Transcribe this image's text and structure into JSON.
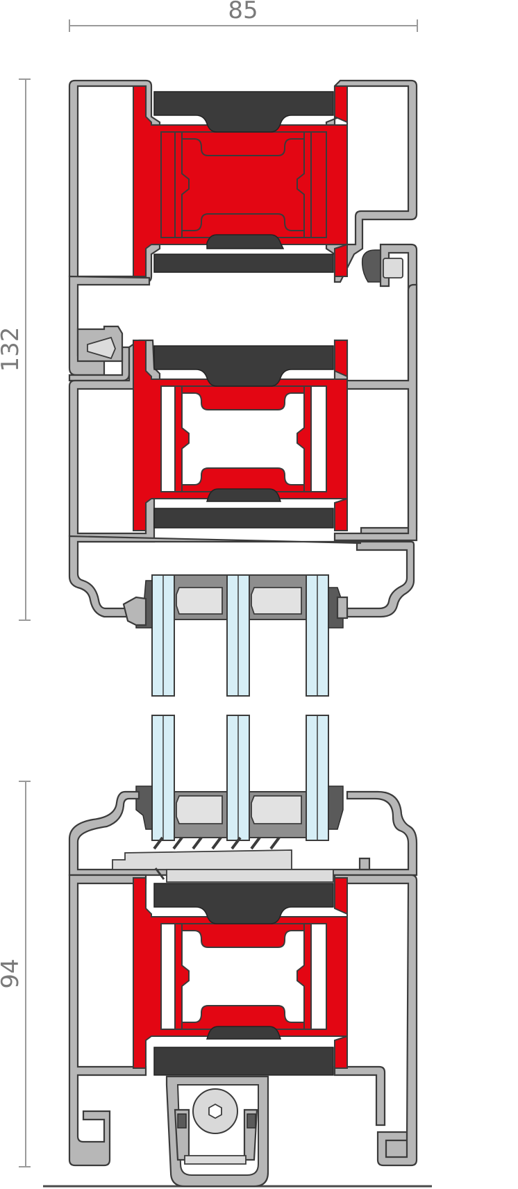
{
  "dimensions": {
    "width_label": "85",
    "height_upper_label": "132",
    "height_lower_label": "94"
  },
  "colors": {
    "aluminium": "#b7b7b7",
    "thermal_break": "#e30613",
    "insulation_foam": "#3b3b3b",
    "glass": "#d6eef6",
    "outline": "#3b3b3b",
    "dimension_line": "#9a9a9a"
  }
}
